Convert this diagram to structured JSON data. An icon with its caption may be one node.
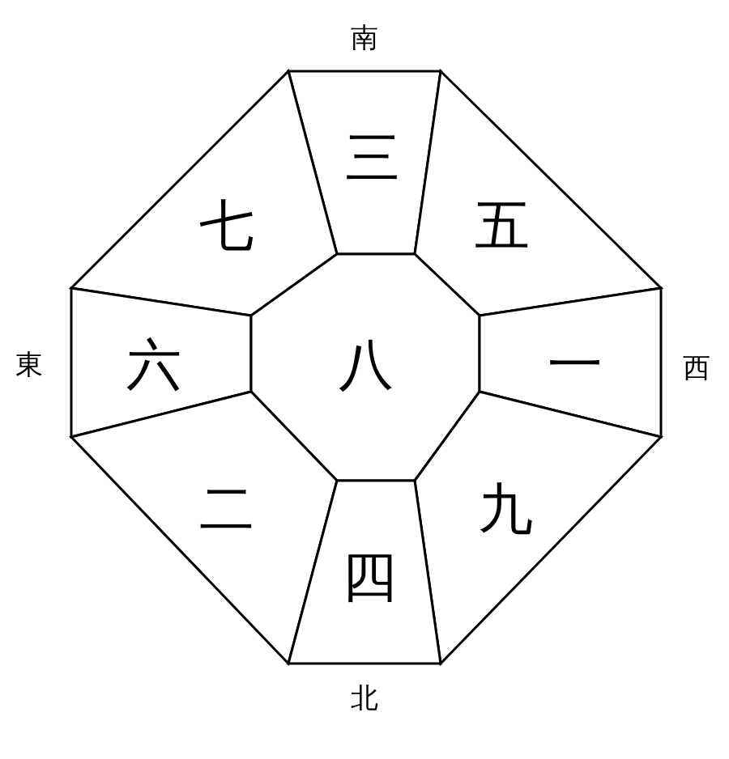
{
  "diagram": {
    "nodes": [
      {
        "text": [
          "三"
        ]
      },
      {
        "text": [
          "七"
        ]
      },
      {
        "text": [
          "五"
        ]
      },
      {
        "text": [
          "六"
        ]
      },
      {
        "text": [
          "八"
        ]
      },
      {
        "text": [
          "一"
        ]
      },
      {
        "text": [
          "二"
        ]
      },
      {
        "text": [
          "九"
        ]
      },
      {
        "text": [
          "四"
        ]
      }
    ],
    "labels": [
      "南",
      "東",
      "西",
      "北"
    ]
  }
}
